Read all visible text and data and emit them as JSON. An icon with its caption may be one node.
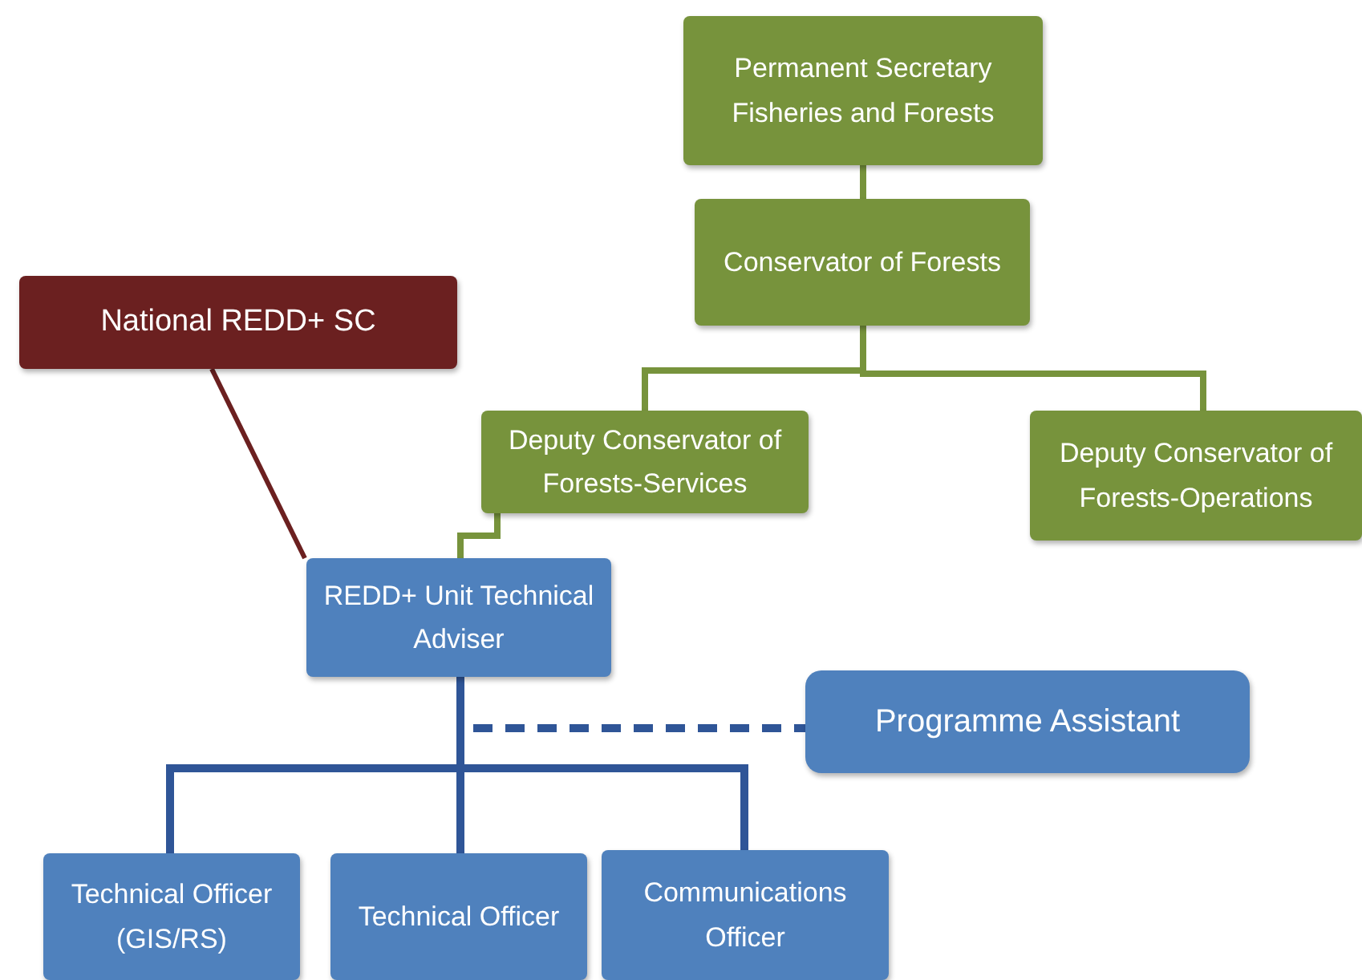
{
  "diagram": {
    "nodes": [
      {
        "text": [
          "Permanent Secretary Fisheries  and Forests"
        ]
      },
      {
        "text": [
          "Conservator of Forests"
        ]
      },
      {
        "text": [
          "National REDD+ SC"
        ]
      },
      {
        "text": [
          "Deputy Conservator of Forests-Services"
        ]
      },
      {
        "text": [
          "Deputy Conservator of Forests-Operations"
        ]
      },
      {
        "text": [
          "REDD+  Unit Technical Adviser"
        ]
      },
      {
        "text": [
          "Programme Assistant"
        ]
      },
      {
        "text": [
          "Technical Officer (GIS/RS)"
        ]
      },
      {
        "text": [
          "Technical Officer"
        ]
      },
      {
        "text": [
          "Communications Officer"
        ]
      }
    ],
    "edges": [
      {
        "from": 0,
        "to": 1,
        "arrow": "none",
        "color": "#77933c"
      },
      {
        "from": 1,
        "to": 3,
        "arrow": "none",
        "color": "#77933c"
      },
      {
        "from": 1,
        "to": 4,
        "arrow": "none",
        "color": "#77933c"
      },
      {
        "from": 3,
        "to": 5,
        "arrow": "none",
        "color": "#77933c"
      },
      {
        "from": 2,
        "to": 5,
        "arrow": "none",
        "color": "#6b2020"
      },
      {
        "from": 5,
        "to": 6,
        "arrow": "none",
        "style": "dashed",
        "color": "#2f5597"
      },
      {
        "from": 5,
        "to": 7,
        "arrow": "none",
        "color": "#2f5597"
      },
      {
        "from": 5,
        "to": 8,
        "arrow": "none",
        "color": "#2f5597"
      },
      {
        "from": 5,
        "to": 9,
        "arrow": "none",
        "color": "#2f5597"
      }
    ]
  }
}
